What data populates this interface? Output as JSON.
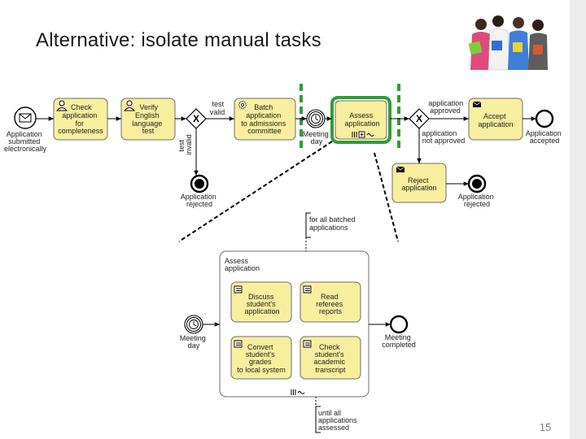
{
  "slide": {
    "title": "Alternative: isolate manual tasks",
    "page_number": "15",
    "photo_alt": "students-photo"
  },
  "colors": {
    "task_fill": "#f7ef9e",
    "task_stroke": "#6d6d6d",
    "highlight": "#2f9e34",
    "text": "#222222",
    "event_stroke": "#000000"
  },
  "main_process": {
    "start_event": {
      "lines": [
        "Application",
        "submitted",
        "electronically"
      ]
    },
    "tasks": {
      "check": {
        "lines": [
          "Check",
          "application",
          "for",
          "completeness"
        ]
      },
      "verify": {
        "lines": [
          "Verify",
          "English",
          "language",
          "test"
        ]
      },
      "batch": {
        "lines": [
          "Batch",
          "application",
          "to admissions",
          "committee"
        ]
      },
      "assess": {
        "lines": [
          "Assess",
          "application"
        ]
      },
      "accept": {
        "lines": [
          "Accept",
          "application"
        ]
      },
      "reject": {
        "lines": [
          "Reject",
          "application"
        ]
      }
    },
    "gateway1": {
      "label_valid": [
        "test",
        "valid"
      ],
      "label_invalid": [
        "test",
        "invalid"
      ]
    },
    "gateway2": {
      "label_approved": [
        "application",
        "approved"
      ],
      "label_not_approved": [
        "application",
        "not approved"
      ]
    },
    "timer_event": {
      "lines": [
        "Meeting",
        "day"
      ]
    },
    "end_rejected_test": {
      "lines": [
        "Application",
        "rejected"
      ]
    },
    "end_rejected_app": {
      "lines": [
        "Application",
        "rejected"
      ]
    },
    "end_accepted": {
      "lines": [
        "Application",
        "accepted"
      ]
    }
  },
  "subprocess": {
    "title": [
      "Assess",
      "application"
    ],
    "annotation_top": [
      "for all batched",
      "applications"
    ],
    "annotation_bottom": [
      "until all",
      "applications",
      "assessed"
    ],
    "tasks": {
      "discuss": {
        "lines": [
          "Discuss",
          "student's",
          "application"
        ]
      },
      "read": {
        "lines": [
          "Read",
          "referees",
          "reports"
        ]
      },
      "convert": {
        "lines": [
          "Convert",
          "student's",
          "grades",
          "to local system"
        ]
      },
      "check_transcript": {
        "lines": [
          "Check",
          "student's",
          "academic",
          "transcript"
        ]
      }
    },
    "timer_event": {
      "lines": [
        "Meeting",
        "day"
      ]
    },
    "end_event": {
      "lines": [
        "Meeting",
        "completed"
      ]
    }
  }
}
